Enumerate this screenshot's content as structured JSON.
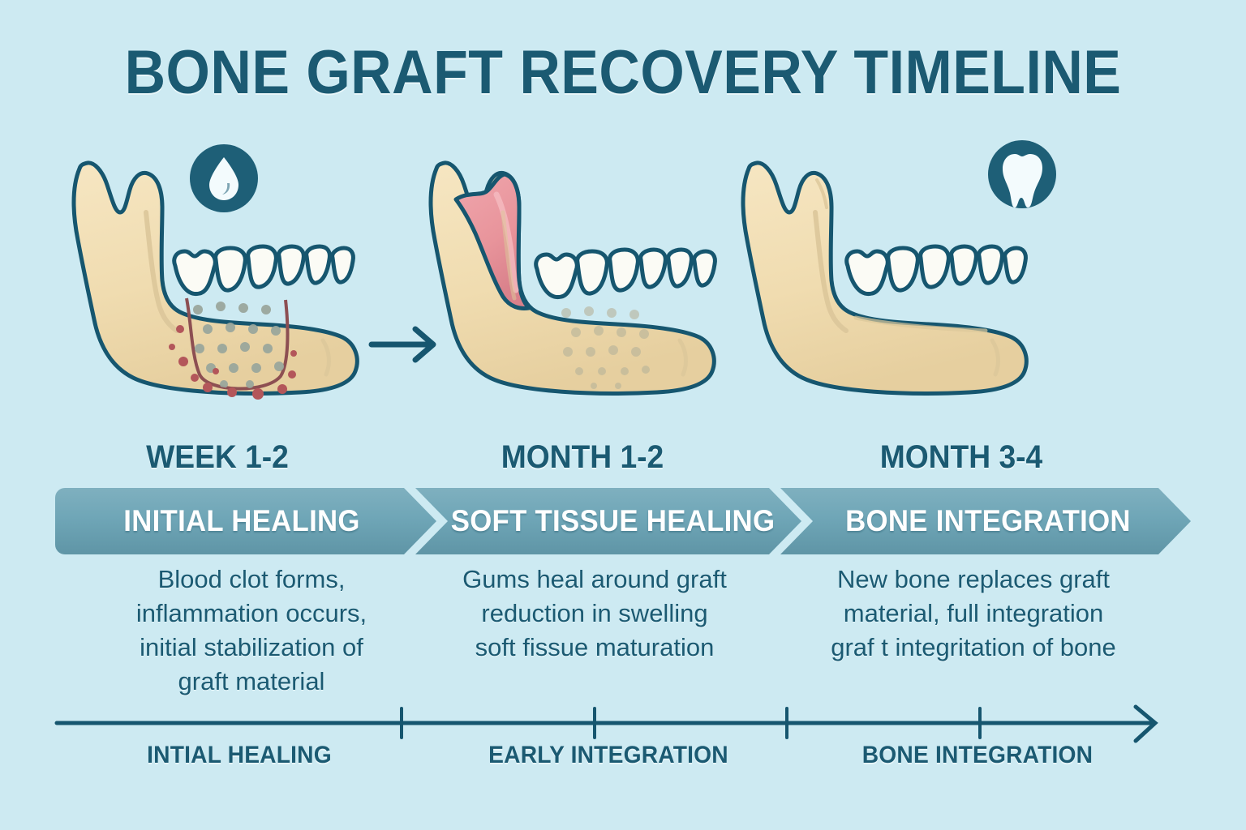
{
  "page": {
    "title": "BONE GRAFT RECOVERY TIMELINE",
    "background_color": "#cdeaf2",
    "ink_color": "#1b5a72",
    "banner_color": "#6fa6b7",
    "bone_color": "#f2dfb4",
    "tissue_color": "#e8949b"
  },
  "stages": [
    {
      "heading": "WEEK 1-2",
      "banner_label": "INITIAL HEALING",
      "description_lines": [
        "Blood clot forms,",
        "inflammation occurs,",
        "initial stabilization of",
        "graft material"
      ],
      "badge_icon": "droplet-icon",
      "illustration": "jaw-with-graft-and-inflammation"
    },
    {
      "heading": "MONTH 1-2",
      "banner_label": "SOFT TISSUE HEALING",
      "description_lines": [
        "Gums heal around graft",
        "reduction in swelling",
        "soft fissue maturation"
      ],
      "badge_icon": "",
      "illustration": "jaw-with-soft-tissue"
    },
    {
      "heading": "MONTH 3-4",
      "banner_label": "BONE INTEGRATION",
      "description_lines": [
        "New bone replaces graft",
        "material, full integration",
        "graf t integritation of bone"
      ],
      "badge_icon": "tooth-icon",
      "illustration": "jaw-fully-healed"
    }
  ],
  "timeline": {
    "labels": [
      "INTIAL HEALING",
      "EARLY INTEGRATION",
      "BONE INTEGRATION"
    ],
    "tick_count": 4,
    "arrow_direction": "right"
  }
}
